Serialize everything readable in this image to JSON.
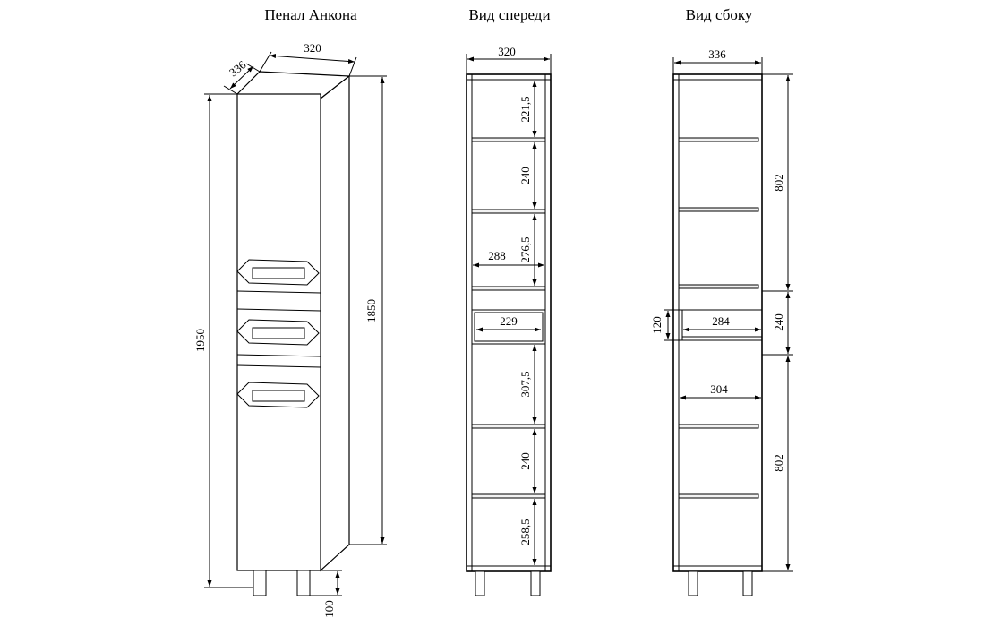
{
  "titles": {
    "perspective": "Пенал Анкона",
    "front": "Вид спереди",
    "side": "Вид сбоку"
  },
  "perspective": {
    "depth": "336",
    "width": "320",
    "total_height": "1950",
    "body_height": "1850",
    "leg_height": "100"
  },
  "front": {
    "width": "320",
    "inner_width": "288",
    "drawer_width": "229",
    "sections": [
      "221,5",
      "240",
      "276,5",
      "307,5",
      "240",
      "258,5"
    ]
  },
  "side": {
    "depth": "336",
    "inner_depth": "304",
    "drawer_depth": "284",
    "drawer_height": "120",
    "upper_height": "802",
    "middle_height": "240",
    "lower_height": "802"
  }
}
